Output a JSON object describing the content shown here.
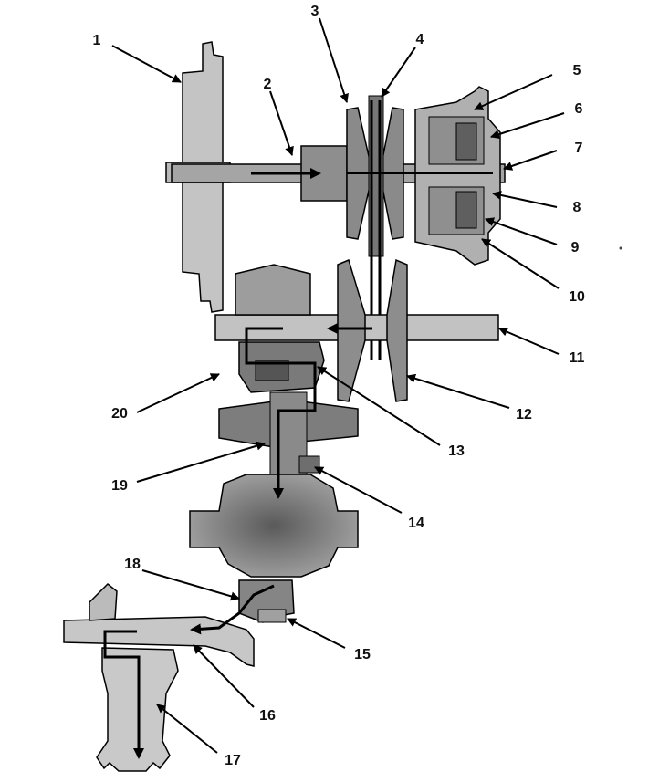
{
  "colors": {
    "background": "#ffffff",
    "dark_metal": "#6a6a6a",
    "mid_metal": "#9a9a9a",
    "light_metal": "#c7c7c7",
    "outline": "#000000"
  },
  "callouts": [
    {
      "id": "1",
      "label": "1"
    },
    {
      "id": "2",
      "label": "2"
    },
    {
      "id": "3",
      "label": "3"
    },
    {
      "id": "4",
      "label": "4"
    },
    {
      "id": "5",
      "label": "5"
    },
    {
      "id": "6",
      "label": "6"
    },
    {
      "id": "7",
      "label": "7"
    },
    {
      "id": "8",
      "label": "8"
    },
    {
      "id": "9",
      "label": "9"
    },
    {
      "id": "10",
      "label": "10"
    },
    {
      "id": "11",
      "label": "11"
    },
    {
      "id": "12",
      "label": "12"
    },
    {
      "id": "13",
      "label": "13"
    },
    {
      "id": "14",
      "label": "14"
    },
    {
      "id": "15",
      "label": "15"
    },
    {
      "id": "16",
      "label": "16"
    },
    {
      "id": "17",
      "label": "17"
    },
    {
      "id": "18",
      "label": "18"
    },
    {
      "id": "19",
      "label": "19"
    },
    {
      "id": "20",
      "label": "20"
    }
  ]
}
